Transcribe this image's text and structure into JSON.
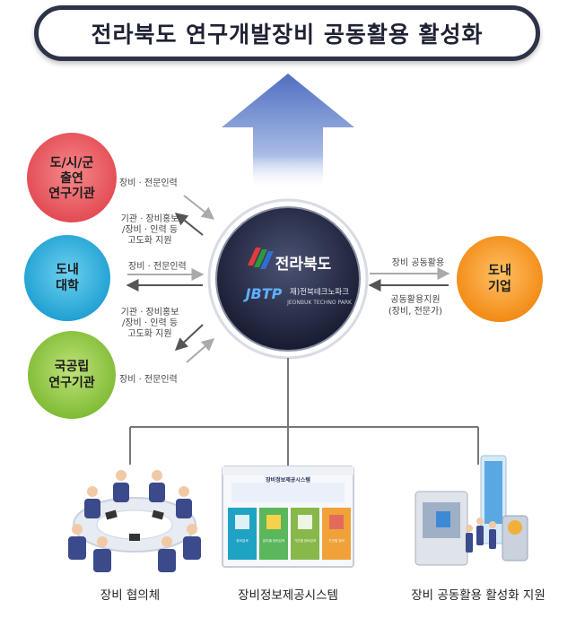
{
  "title": "전라북도 연구개발장비 공동활용 활성화",
  "center": {
    "logo_text": "전라북도",
    "sub_logo": "JBTP",
    "sub_name": "재)전북테크노파크",
    "sub_eng": "JEONBUK TECHNO PARK"
  },
  "left_nodes": [
    {
      "lines": [
        "도/시/군",
        "출연",
        "연구기관"
      ]
    },
    {
      "lines": [
        "도내",
        "대학"
      ]
    },
    {
      "lines": [
        "국공립",
        "연구기관"
      ]
    }
  ],
  "right_node": {
    "lines": [
      "도내",
      "기업"
    ]
  },
  "left_labels": {
    "top_arrow": "장비 · 전문인력",
    "top_return": [
      "기관 · 장비홍보",
      "/장비 · 인력 등",
      "고도화 지원"
    ],
    "mid_arrow": "장비 · 전문인력",
    "mid_return": [
      "기관 · 장비홍보",
      "/장비 · 인력 등",
      "고도화 지원"
    ],
    "bot_arrow": "장비 · 전문인력"
  },
  "right_labels": {
    "to_company": "장비 공동활용",
    "from_company": [
      "공동활용지원",
      "(장비, 전문가)"
    ]
  },
  "screen": {
    "header": "장비정보제공시스템",
    "cards": [
      "장비검색",
      "분야별 장비검색",
      "기관별 장비검색",
      "기관별 장비"
    ]
  },
  "bottom_items": [
    {
      "label": "장비 협의체"
    },
    {
      "label": "장비정보제공시스템"
    },
    {
      "label": "장비 공동활용 활성화 지원"
    }
  ],
  "colors": {
    "accent_red": "#e8575e",
    "accent_blue": "#2aa8d8",
    "accent_green": "#8bc53f",
    "accent_orange": "#f5911e",
    "navy": "#1e2540"
  }
}
